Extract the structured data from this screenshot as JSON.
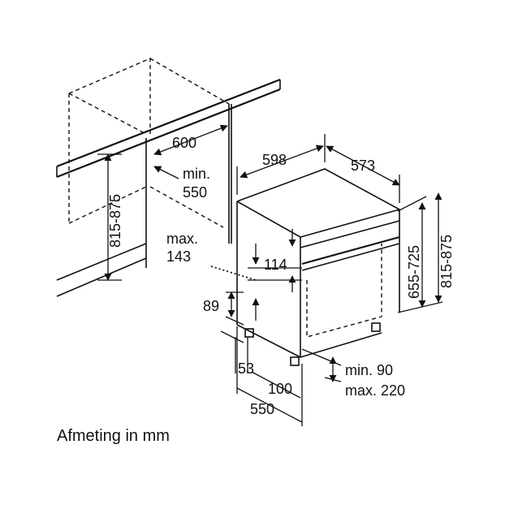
{
  "dimensions": {
    "counter_width": "600",
    "recess_label_1": "min.",
    "recess_label_2": "550",
    "left_height": "815-875",
    "appliance_width": "598",
    "appliance_depth": "573",
    "height_range_1": "655-725",
    "height_range_2": "815-875",
    "panel_label_1": "max.",
    "panel_label_2": "143",
    "panel_gap": "114",
    "base_height": "89",
    "foot_offset": "53",
    "foot_spacing": "100",
    "base_depth": "550",
    "plinth_min": "min. 90",
    "plinth_max": "max. 220"
  },
  "caption": "Afmeting in mm"
}
